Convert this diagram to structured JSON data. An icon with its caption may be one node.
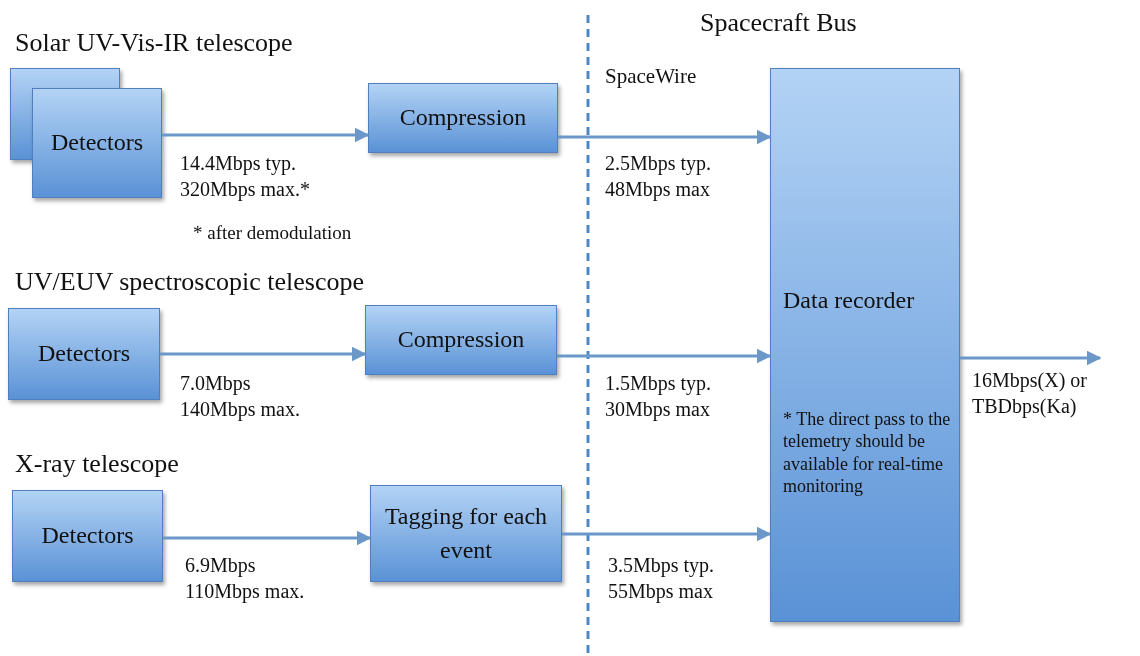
{
  "diagram": {
    "nodes": [
      {
        "text": [
          "Detectors"
        ]
      },
      {
        "text": [
          "Compression"
        ]
      },
      {
        "text": [
          "Detectors"
        ]
      },
      {
        "text": [
          "Compression"
        ]
      },
      {
        "text": [
          "Detectors"
        ]
      },
      {
        "text": [
          "Tagging for each event"
        ]
      },
      {
        "text": [
          "Data recorder",
          "* The direct pass to the telemetry should be available for real-time monitoring"
        ]
      }
    ],
    "edges": [
      {
        "from": 0,
        "to": 1,
        "arrow": "to",
        "label": "14.4Mbps typ. 320Mbps max.*"
      },
      {
        "from": 1,
        "to": 6,
        "arrow": "to",
        "label": "2.5Mbps typ. 48Mbps max"
      },
      {
        "from": 2,
        "to": 3,
        "arrow": "to",
        "label": "7.0Mbps 140Mbps max."
      },
      {
        "from": 3,
        "to": 6,
        "arrow": "to",
        "label": "1.5Mbps typ. 30Mbps max"
      },
      {
        "from": 4,
        "to": 5,
        "arrow": "to",
        "label": "6.9Mbps 110Mbps max."
      },
      {
        "from": 5,
        "to": 6,
        "arrow": "to",
        "label": "3.5Mbps typ. 55Mbps max"
      },
      {
        "from": 6,
        "to": null,
        "arrow": "to",
        "label": "16Mbps(X) or TBDbps(Ka)"
      }
    ],
    "labels": [
      "Spacecraft Bus",
      "Solar UV-Vis-IR telescope",
      "SpaceWire",
      "* after demodulation",
      "UV/EUV spectroscopic telescope",
      "X-ray telescope"
    ]
  }
}
